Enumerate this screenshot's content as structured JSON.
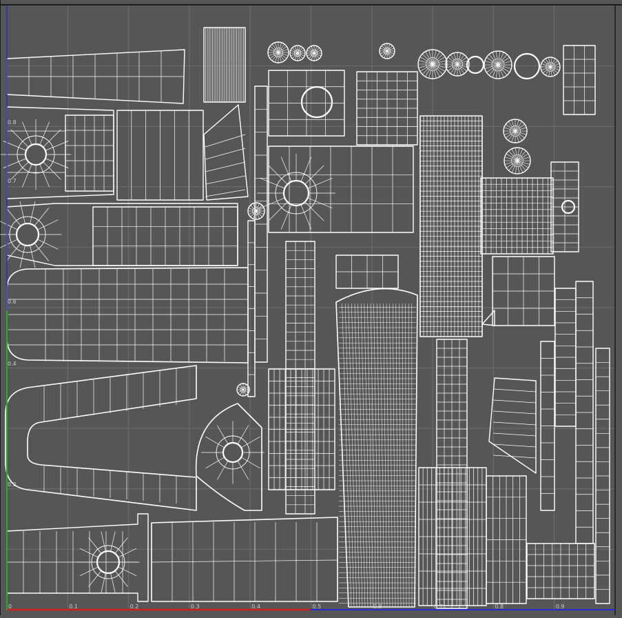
{
  "viewport": {
    "title": "",
    "background_color": "#565656",
    "grid_color": "#6e6e6e",
    "wire_color": "#ffffff",
    "frame_color": "#1a1a1a",
    "u_axis_color": "#d02020",
    "v_axis_color": "#20b020",
    "v_axis_tick_color": "#2a2ad0"
  },
  "uv_axes": {
    "u_labels": [
      "0",
      "0.1",
      "0.2",
      "0.3",
      "0.4",
      "0.5",
      "0.6",
      "0.7",
      "0.8",
      "0.9"
    ],
    "v_labels": [
      "0.8",
      "0.7",
      "0.6",
      "0.4",
      "0.2"
    ]
  },
  "shells": {
    "disc_count": 14
  }
}
